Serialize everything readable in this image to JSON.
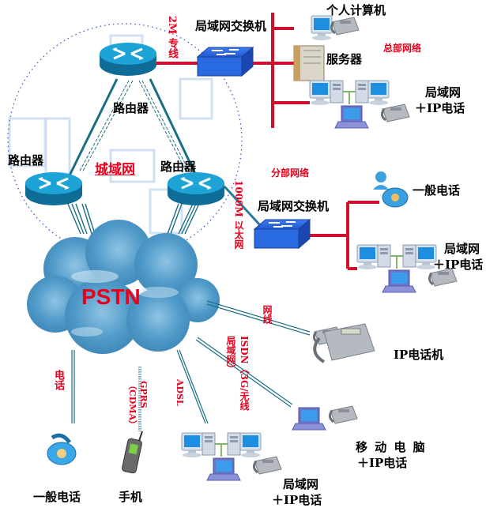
{
  "colors": {
    "link_red": "#d0102c",
    "link_teal": "#1a6f84",
    "label_red": "#e8001c",
    "router_blue": "#1b8fc0",
    "switch_blue": "#2464d8",
    "cloud_blue": "#4b94c4"
  },
  "hq": {
    "section_label": "总部网络",
    "switch_label": "局域网交换机",
    "link_label": "2M 专线",
    "pc_label": "个人计算机",
    "server_label": "服务器",
    "lan_label_1": "局域网",
    "lan_label_2": "＋IP电话"
  },
  "metro": {
    "label": "城域网",
    "router_top": "路由器",
    "router_left": "路由器",
    "router_right": "路由器"
  },
  "branch": {
    "section_label": "分部网络",
    "switch_label": "局域网交换机",
    "link_label": "1000M 以太网",
    "phone_label": "一般电话",
    "lan_label_1": "局域网",
    "lan_label_2": "＋IP电话"
  },
  "pstn": {
    "label": "PSTN",
    "links": {
      "phone": "电话",
      "gprs": "GPRS（CDMA）",
      "adsl": "ADSL",
      "isdn": "ISDN（3G/无线局域网）",
      "net": "网线"
    }
  },
  "endpoints": {
    "ip_phone": "IP电话机",
    "mobile_pc_1": "移 动 电 脑",
    "mobile_pc_2": "＋IP电话",
    "phone": "一般电话",
    "mobile": "手机",
    "lan_1": "局域网",
    "lan_2": "＋IP电话"
  }
}
